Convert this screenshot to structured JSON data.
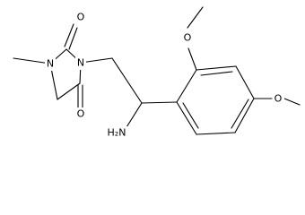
{
  "molecule": {
    "atom_labels": {
      "o_top": "O",
      "o_bottom": "O",
      "n_methyl": "N",
      "n_chain": "N",
      "amine": "H₂N",
      "o_methoxy_upper": "O",
      "o_methoxy_para": "O"
    },
    "colors": {
      "bond": "#000000",
      "label": "#000000",
      "background": "#ffffff"
    }
  }
}
